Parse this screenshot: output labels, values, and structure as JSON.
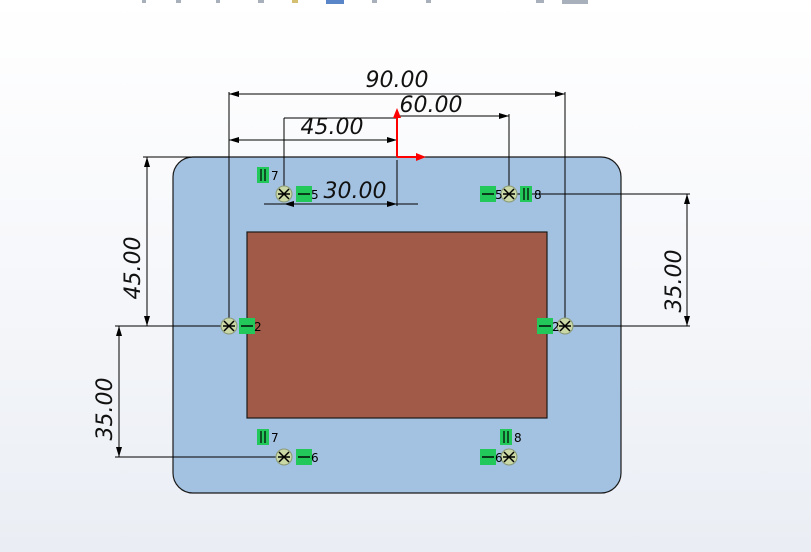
{
  "sketch": {
    "colors": {
      "background_top": "#ffffff",
      "background_bottom": "#eaeef4",
      "base_plate": "#a3c1e0",
      "inner_block": "#a15a48",
      "dimension_line": "#000000",
      "relation_badge": "#22c95a",
      "origin_arrow": "#ff0000",
      "point_marker": "#c9d8a4"
    },
    "dimensions": {
      "d90": "90.00",
      "d60": "60.00",
      "d45_horizontal": "45.00",
      "d30": "30.00",
      "d45_vertical": "45.00",
      "d35_right": "35.00",
      "d35_left": "35.00"
    },
    "relations": {
      "r_top_left_vertical": "7",
      "r_top_left_horizontal": "5",
      "r_top_right_horizontal": "5",
      "r_top_right_vertical": "8",
      "r_mid_left": "2",
      "r_mid_right": "2",
      "r_bottom_left_vertical": "7",
      "r_bottom_left_horizontal": "6",
      "r_bottom_right_vertical": "8",
      "r_bottom_right_horizontal": "6"
    },
    "icons": {
      "origin": "origin-axis-icon",
      "point": "sketch-point-icon",
      "vertical_relation": "vertical-relation-icon",
      "horizontal_relation": "horizontal-relation-icon"
    }
  }
}
